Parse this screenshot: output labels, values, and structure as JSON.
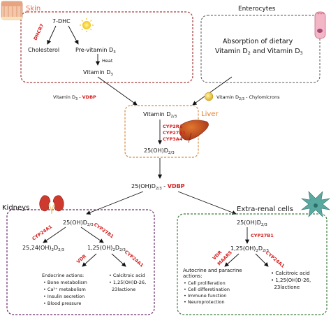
{
  "colors": {
    "skin_box": "#a23a3a",
    "liver_box": "#d98a3e",
    "kidney_box": "#6b2a6b",
    "extrarenal_box": "#3f7f3f",
    "enzyme_red": "#d61f1f",
    "skin_label": "#e36b4a",
    "liver_label": "#e0802b",
    "extrarenal_label": "#2f7d2f"
  },
  "icons": [
    "skin-section-icon",
    "sun-icon",
    "enterocyte-icon",
    "chylomicron-icon",
    "liver-icon",
    "kidneys-icon",
    "cell-icon"
  ],
  "skin": {
    "title": "Skin",
    "dhc": "7-DHC",
    "enzyme": "DHCR7",
    "cholesterol": "Cholesterol",
    "previtamin": "Pre-vitamin D",
    "previtamin_sub": "3",
    "heat": "Heat",
    "vitamin": "Vitamin D",
    "vitamin_sub": "3"
  },
  "enterocytes": {
    "title": "Enterocytes",
    "line1": "Absorption of dietary",
    "line2_a": "Vitamin D",
    "line2_sub1": "2",
    "line2_b": " and Vitamin D",
    "line2_sub2": "3"
  },
  "transport": {
    "vdbp_left_a": "Vitamin D",
    "vdbp_left_sub": "3",
    "vdbp_left_b": " - ",
    "vdbp_left_red": "VDBP",
    "chylo_a": "Vitamin D",
    "chylo_sub": "2/3",
    "chylo_b": " - Chylomicrons"
  },
  "liver": {
    "title": "Liver",
    "input": "Vitamin D",
    "input_sub": "2/3",
    "enzymes": [
      "CYP2R1",
      "CYP27B1",
      "CYP3A4"
    ],
    "output": "25(OH)D",
    "output_sub": "2/3"
  },
  "circulation": {
    "label": "25(OH)D",
    "label_sub": "2/3",
    "dash": " - ",
    "red": "VDBP"
  },
  "kidneys": {
    "title": "Kidneys",
    "top": "25(OH)D",
    "top_sub": "2/3",
    "enzyme_left": "CYP24A1",
    "enzyme_right": "CYP27B1",
    "left_product": "25,24(OH)",
    "left_product_sub1": "2",
    "left_product_mid": "D",
    "left_product_sub2": "2/3",
    "right_product": "1,25(OH)",
    "right_product_sub1": "2",
    "right_product_mid": "D",
    "right_product_sub2": "2/3",
    "enzyme_vdr": "VDR",
    "enzyme_cyp24": "CYP24A1",
    "endocrine_title": "Endocrine actions:",
    "endocrine_items": [
      "• Bone metabolism",
      "• Ca²⁺ metabolism",
      "• Insulin secretion",
      "• Blood pressure"
    ],
    "catabolites": [
      "• Calcitroic acid",
      "• 1,25(OH)D-26,",
      "  23lactione"
    ]
  },
  "extrarenal": {
    "title": "Extra-renal cells",
    "top": "25(OH)D",
    "top_sub": "2/3",
    "enzyme": "CYP27B1",
    "product": "1,25(OH)",
    "product_sub1": "2",
    "product_mid": "D",
    "product_sub2": "2/3",
    "enzyme_vdr": "VDR",
    "enzyme_maars": "MAARS",
    "enzyme_cyp24": "CYP24A1",
    "actions_title_1": "Autocrine and paracrine",
    "actions_title_2": "actions:",
    "actions_items": [
      "• Cell proliferation",
      "• Cell differetination",
      "• Immune function",
      "• Neuroprotection"
    ],
    "catabolites": [
      "• Calcitroic acid",
      "• 1,25(OH)D-26,",
      "  23lactione"
    ]
  }
}
